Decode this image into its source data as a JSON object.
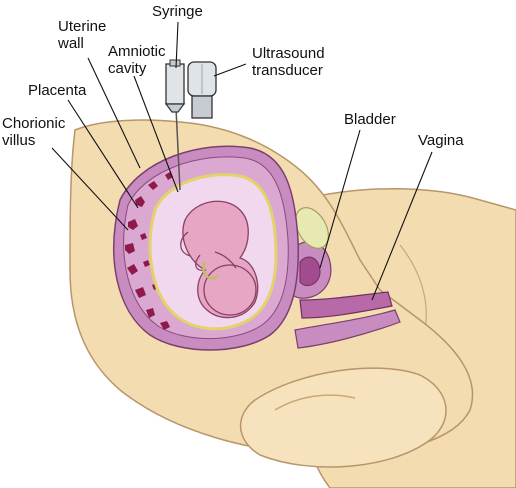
{
  "labels": {
    "syringe": "Syringe",
    "uterine_wall": [
      "Uterine",
      "wall"
    ],
    "amniotic_cavity": [
      "Amniotic",
      "cavity"
    ],
    "ultrasound_transducer": [
      "Ultrasound",
      "transducer"
    ],
    "placenta": "Placenta",
    "chorionic_villus": [
      "Chorionic",
      "villus"
    ],
    "bladder": "Bladder",
    "vagina": "Vagina"
  },
  "colors": {
    "skin": "#f3dcb0",
    "skin_shadow": "#e2c48f",
    "uterus_outer": "#c98cc0",
    "uterus_inner": "#dba8d2",
    "placenta": "#d79ac9",
    "villus": "#8e1a4c",
    "amniotic": "#f1d8ee",
    "amnion_line": "#e2d36a",
    "fetus": "#e7a6c4",
    "bladder": "#e8e9b0",
    "instrument": "#cfd6dc",
    "leader": "#111111"
  }
}
